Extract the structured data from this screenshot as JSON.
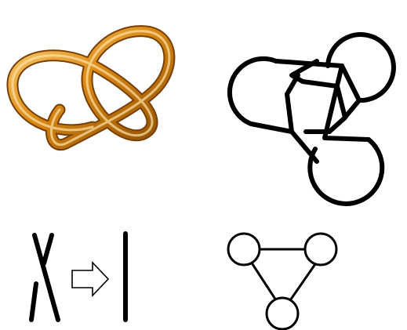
{
  "figure": {
    "panels": [
      {
        "id": "trefoil-3d",
        "kind": "illustration",
        "description_icon": "trefoil-knot-tube"
      },
      {
        "id": "trefoil-circle-diagram",
        "kind": "illustration",
        "description_icon": "knot-diagram-three-circles"
      },
      {
        "id": "crossing-change",
        "kind": "illustration",
        "description_icon": "crossing-to-strand-arrow"
      },
      {
        "id": "graph-triangle",
        "kind": "illustration",
        "description_icon": "triangle-graph-three-nodes"
      }
    ],
    "colors": {
      "tube_dark": "#8a4a00",
      "tube_mid": "#d98a14",
      "tube_light": "#ffd27a",
      "ink": "#000000",
      "background": "#ffffff"
    }
  }
}
